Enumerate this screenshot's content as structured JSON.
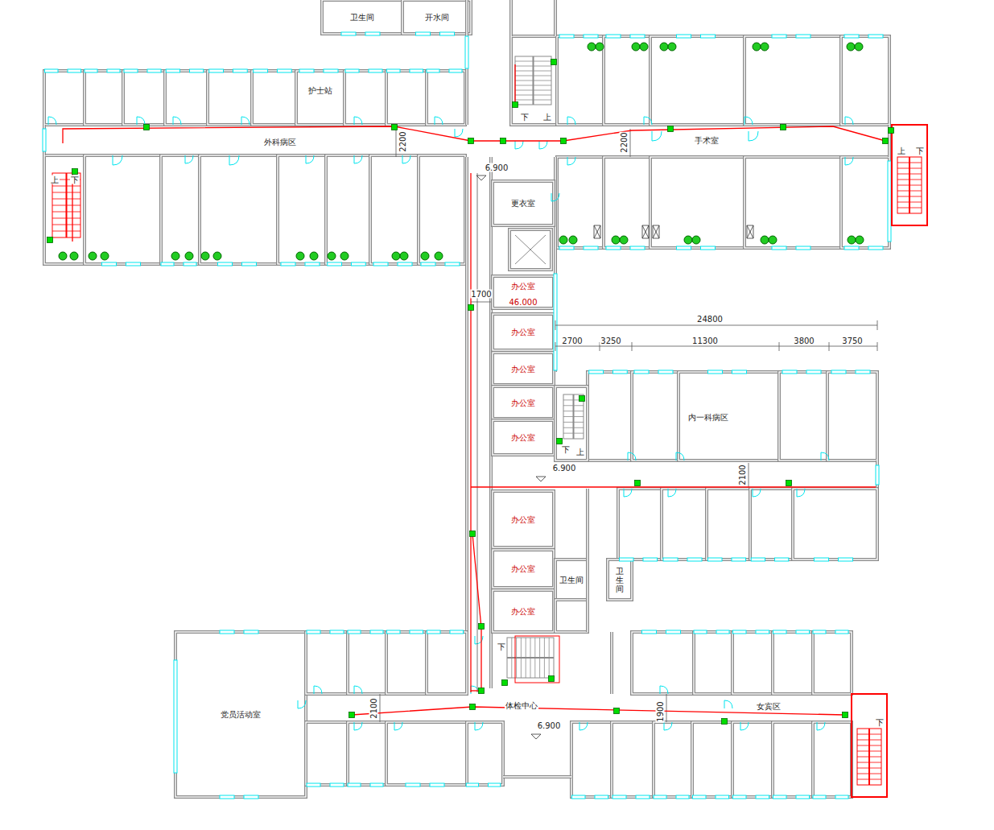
{
  "diagram": {
    "nodes": [
      {
        "text": [
          "卫生间"
        ]
      },
      {
        "text": [
          "开水间"
        ]
      },
      {
        "text": [
          "护士站"
        ]
      },
      {
        "text": [
          "更衣室"
        ]
      },
      {
        "text": [
          "办公室"
        ]
      },
      {
        "text": [
          "办公室"
        ]
      },
      {
        "text": [
          "办公室"
        ]
      },
      {
        "text": [
          "办公室"
        ]
      },
      {
        "text": [
          "办公室"
        ]
      },
      {
        "text": [
          "办公室"
        ]
      },
      {
        "text": [
          "办公室"
        ]
      },
      {
        "text": [
          "办公室"
        ]
      },
      {
        "text": [
          "卫生间"
        ]
      },
      {
        "text": [
          "卫生间"
        ]
      },
      {
        "text": [
          "党员活动室"
        ]
      }
    ],
    "edges": [],
    "labels": [
      "外科病区",
      "2200",
      "2200",
      "手术室",
      "下",
      "上",
      "上",
      "下",
      "上",
      "下",
      "6.900",
      "1700",
      "46.000",
      "24800",
      "2700",
      "3250",
      "11300",
      "3800",
      "3750",
      "内一科病区",
      "下",
      "上",
      "6.900",
      "2100",
      "下",
      "2100",
      "1900",
      "体检中心",
      "6.900",
      "女宾区",
      "下"
    ]
  }
}
